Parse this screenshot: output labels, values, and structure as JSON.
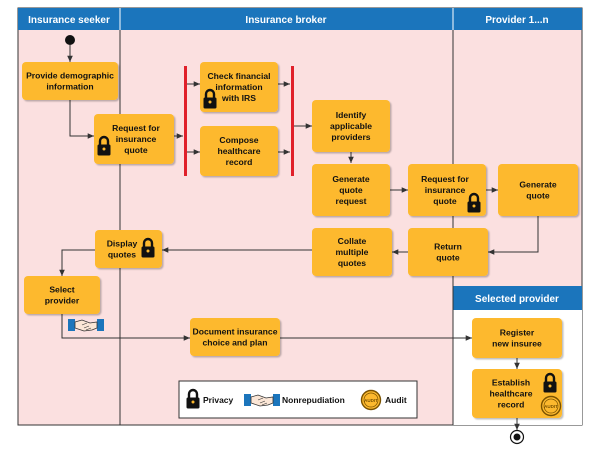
{
  "lanes": {
    "seeker": "Insurance seeker",
    "broker": "Insurance broker",
    "provider": "Provider 1...n",
    "selected": "Selected provider"
  },
  "nodes": {
    "demographic": [
      "Provide demographic",
      "information"
    ],
    "request_quote": [
      "Request for",
      "insurance",
      "quote"
    ],
    "check_financial": [
      "Check financial",
      "information",
      "with IRS"
    ],
    "compose_record": [
      "Compose",
      "healthcare",
      "record"
    ],
    "identify_providers": [
      "Identify",
      "applicable",
      "providers"
    ],
    "generate_request": [
      "Generate",
      "quote",
      "request"
    ],
    "provider_request": [
      "Request for",
      "insurance",
      "quote"
    ],
    "provider_generate": [
      "Generate",
      "quote"
    ],
    "return_quote": [
      "Return",
      "quote"
    ],
    "collate": [
      "Collate",
      "multiple",
      "quotes"
    ],
    "display": [
      "Display",
      "quotes"
    ],
    "select_provider": [
      "Select",
      "provider"
    ],
    "document_choice": [
      "Document insurance",
      "choice and plan"
    ],
    "register": [
      "Register",
      "new insuree"
    ],
    "establish": [
      "Establish",
      "healthcare",
      "record"
    ]
  },
  "legend": {
    "privacy": "Privacy",
    "nonrepudiation": "Nonrepudiation",
    "audit": "Audit"
  },
  "audit_stamp": "AUDIT",
  "colors": {
    "lane_bg": "#fbe0e0",
    "header": "#1b75bc",
    "node": "#fdb92e",
    "bar": "#e0202a",
    "line": "#333333"
  }
}
